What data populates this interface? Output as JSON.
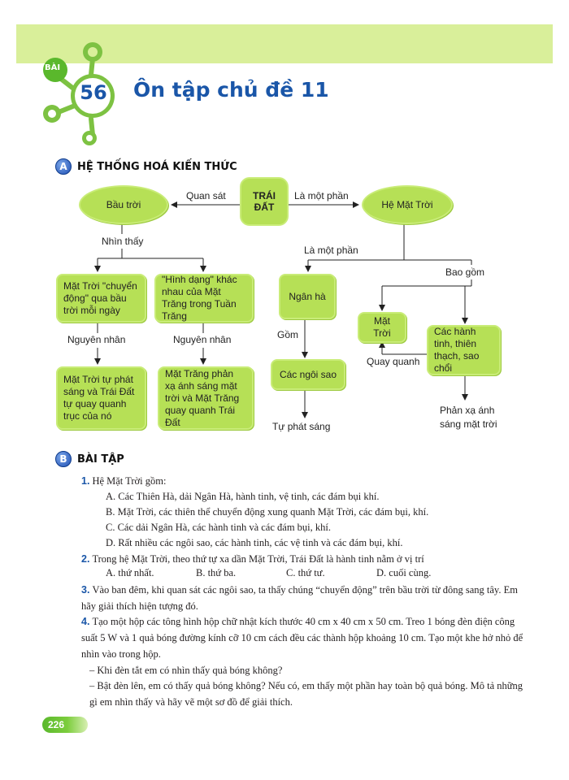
{
  "header": {
    "bai_label": "BÀI",
    "lesson_number": "56",
    "lesson_title": "Ôn tập chủ đề 11"
  },
  "section_a": {
    "letter": "A",
    "title": "HỆ THỐNG HOÁ KIẾN THỨC"
  },
  "diagram": {
    "center": "TRÁI\nĐẤT",
    "bau_troi": "Bầu trời",
    "he_mat_troi": "Hệ Mặt Trời",
    "quan_sat": "Quan sát",
    "la_mot_phan_top": "Là một phần",
    "nhin_thay": "Nhìn thấy",
    "la_mot_phan_mid": "Là một phần",
    "bao_gom": "Bao gồm",
    "box_chuyen_dong": "Mặt Trời \"chuyển động\" qua bầu trời mỗi ngày",
    "box_hinh_dang": "\"Hình dạng\" khác nhau của Mặt Trăng trong Tuần Trăng",
    "nguyen_nhan_1": "Nguyên nhân",
    "nguyen_nhan_2": "Nguyên nhân",
    "box_tu_phat_sang": "Mặt Trời tự phát sáng và Trái Đất tự quay quanh trục của nó",
    "box_mat_trang": "Mặt Trăng phản xạ ánh sáng mặt trời và Mặt Trăng quay quanh Trái Đất",
    "ngan_ha": "Ngân hà",
    "gom": "Gồm",
    "cac_ngoi_sao": "Các ngôi sao",
    "tu_phat_sang": "Tự phát sáng",
    "mat_troi": "Mặt Trời",
    "cac_hanh_tinh": "Các hành tinh, thiên thạch, sao chổi",
    "quay_quanh": "Quay quanh",
    "phan_xa": "Phản xạ ánh\nsáng mặt trời"
  },
  "section_b": {
    "letter": "B",
    "title": "BÀI TẬP"
  },
  "exercises": {
    "q1": {
      "num": "1.",
      "text": "Hệ Mặt Trời gồm:"
    },
    "q1_a": "A. Các Thiên Hà, dải Ngân Hà, hành tinh, vệ tinh, các đám bụi khí.",
    "q1_b": "B. Mặt Trời, các thiên thể chuyển động xung quanh Mặt Trời, các đám bụi, khí.",
    "q1_c": "C. Các dải Ngân Hà, các hành tinh và các đám bụi, khí.",
    "q1_d": "D. Rất nhiều các ngôi sao, các hành tinh, các vệ tinh và các đám bụi, khí.",
    "q2": {
      "num": "2.",
      "text": "Trong hệ Mặt Trời, theo thứ tự xa dần Mặt Trời, Trái Đất là hành tinh nằm ở vị trí"
    },
    "q2_opts": [
      "A. thứ nhất.",
      "B. thứ ba.",
      "C. thứ tư.",
      "D. cuối cùng."
    ],
    "q3": {
      "num": "3.",
      "text": "Vào ban đêm, khi quan sát các ngôi sao, ta thấy chúng “chuyển động” trên bầu trời từ đông sang tây. Em hãy giải thích hiện tượng đó."
    },
    "q4": {
      "num": "4.",
      "text": "Tạo một hộp các tông hình hộp chữ nhật kích thước 40 cm x 40 cm x 50 cm. Treo 1 bóng đèn điện công suất 5 W và 1 quả bóng đường kính cỡ 10 cm cách đều các thành hộp khoảng 10 cm. Tạo một khe hở nhỏ để nhìn vào trong hộp."
    },
    "q4_line1": "– Khi đèn tắt em có nhìn thấy quả bóng không?",
    "q4_line2": "– Bật đèn lên, em có thấy quả bóng không? Nếu có, em thấy một phần hay toàn bộ quả bóng. Mô tả những gì em nhìn thấy và hãy vẽ một sơ đồ để giải thích."
  },
  "page_number": "226",
  "colors": {
    "band": "#d9ef9a",
    "node": "#b6e056",
    "title_blue": "#1a56a8",
    "badge_green": "#5ab82c"
  }
}
